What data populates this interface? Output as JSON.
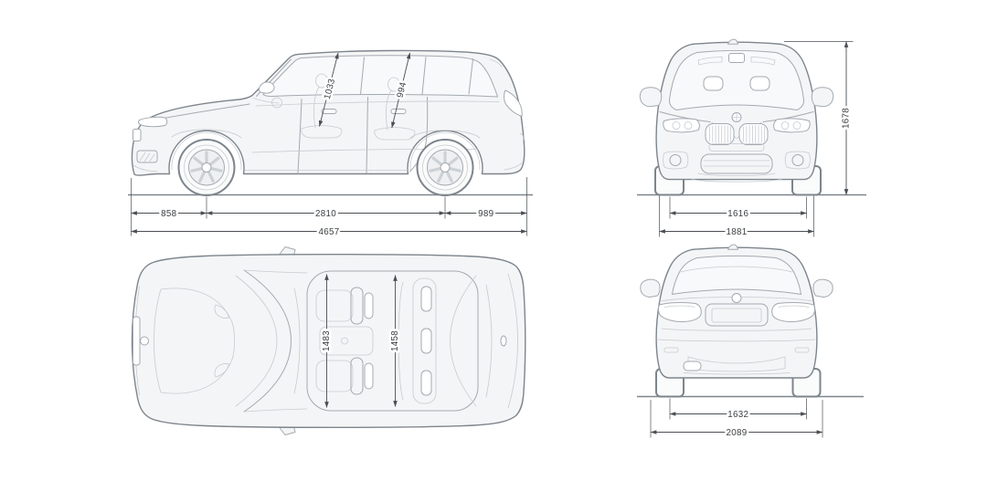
{
  "colors": {
    "background": "#ffffff",
    "line_strong": "#7d858c",
    "line_mid": "#a3aab1",
    "line_light": "#c6ccd1",
    "body_fill": "#f4f5f6",
    "glass_fill": "#f8f9fa",
    "dim_color": "#4a4f54",
    "text_color": "#3c4043"
  },
  "dims": {
    "side": {
      "front_headroom": "1033",
      "rear_headroom": "994",
      "front_overhang": "858",
      "wheelbase": "2810",
      "rear_overhang": "989",
      "overall_length": "4657"
    },
    "front": {
      "front_track": "1616",
      "body_width": "1881",
      "overall_height": "1678"
    },
    "rear": {
      "rear_track": "1632",
      "width_incl_mirrors": "2089"
    },
    "top": {
      "front_interior_width": "1483",
      "rear_interior_width": "1458"
    }
  }
}
